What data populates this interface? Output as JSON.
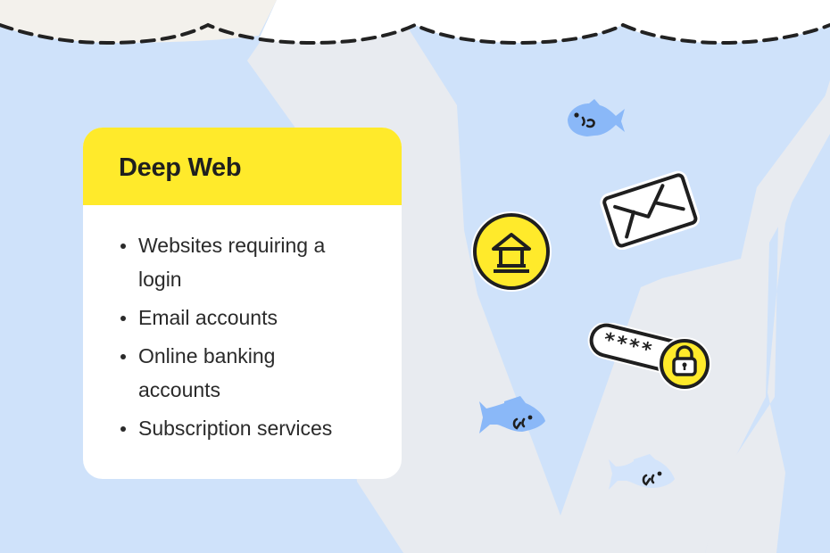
{
  "card": {
    "title": "Deep Web",
    "items": [
      {
        "label": "Websites requiring a login"
      },
      {
        "label": "Email accounts"
      },
      {
        "label": "Online banking accounts"
      },
      {
        "label": "Subscription services"
      }
    ]
  },
  "illustrations": {
    "password_field_text": "****",
    "icons": [
      "bank-icon",
      "envelope-icon",
      "password-lock-icon",
      "fish-icon"
    ]
  },
  "colors": {
    "background_blue": "#cfe2fa",
    "background_grey": "#e8ebf0",
    "top_beige": "#f3f1ec",
    "accent_yellow": "#ffea2b",
    "fish_blue": "#8ab8f8",
    "fish_light": "#cfe2fa",
    "ink": "#1f1f1f"
  }
}
